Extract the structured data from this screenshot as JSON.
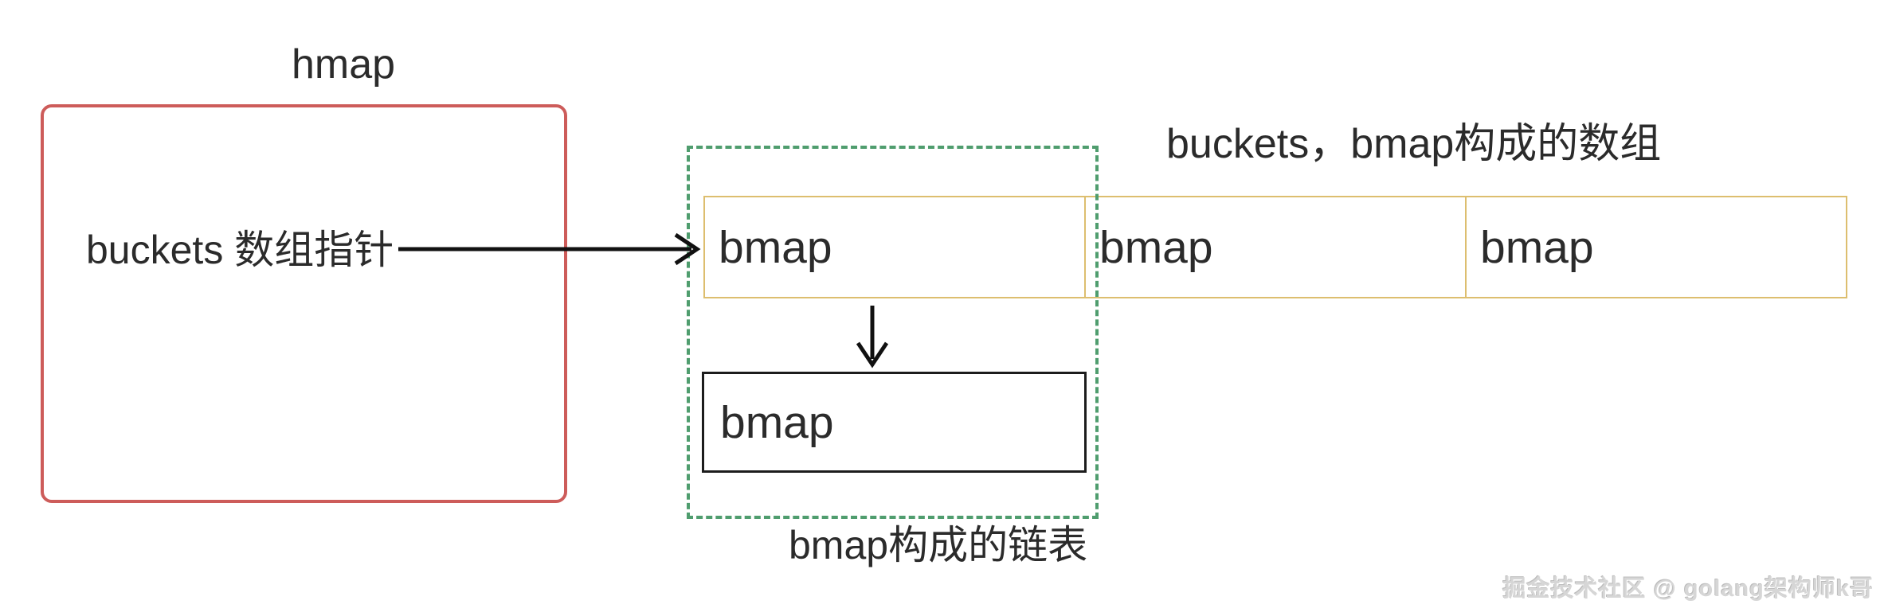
{
  "page": {
    "background": "#ffffff"
  },
  "diagram": {
    "hmap": {
      "title": "hmap",
      "pointer_field_label": "buckets 数组指针"
    },
    "bucket_array": {
      "label": "buckets，bmap构成的数组",
      "cells": [
        {
          "label": "bmap"
        },
        {
          "label": "bmap"
        },
        {
          "label": "bmap"
        }
      ]
    },
    "linked_list": {
      "label": "bmap构成的链表",
      "overflow_cell_label": "bmap"
    },
    "watermark": "掘金技术社区 @ golang架构师k哥",
    "colors": {
      "hmap-border": "#cd5c5a",
      "bucket-border": "#ddbe6f",
      "list-border": "#4f9d6e",
      "overflow-border": "#1c1c1c",
      "arrow": "#111111",
      "text": "#2b2b2b",
      "watermark": "#d6d6d6"
    }
  }
}
